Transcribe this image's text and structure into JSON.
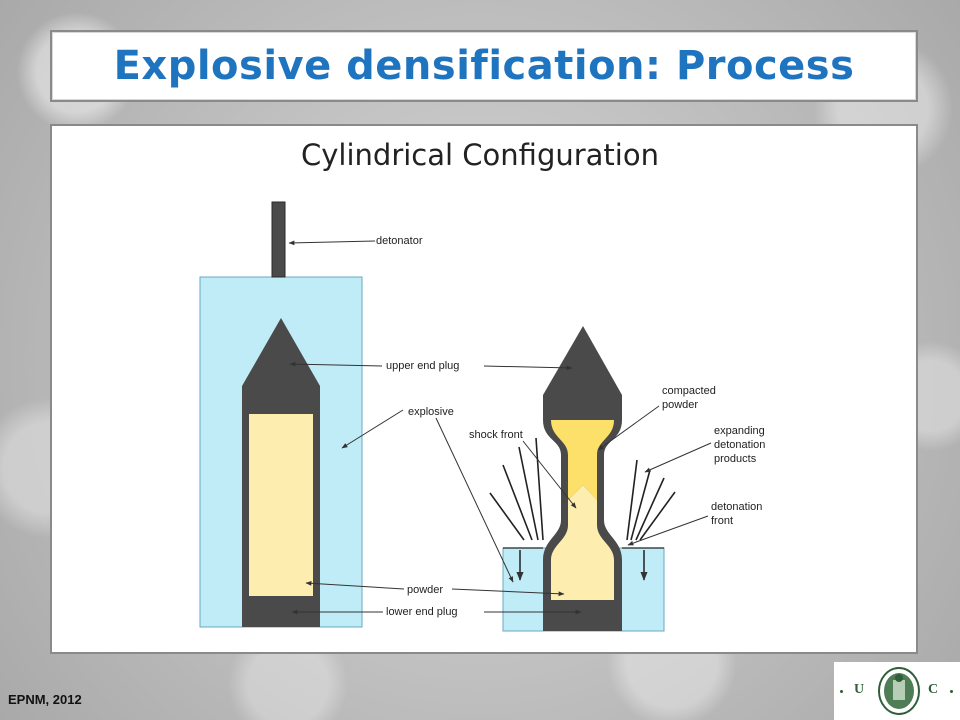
{
  "slide": {
    "title": "Explosive densification: Process",
    "subtitle": "Cylindrical Configuration",
    "footer": "EPNM, 2012"
  },
  "diagram": {
    "labels": {
      "detonator": "detonator",
      "upper_end_plug": "upper end plug",
      "explosive": "explosive",
      "powder": "powder",
      "lower_end_plug": "lower end plug",
      "shock_front": "shock front",
      "compacted_powder_1": "compacted",
      "compacted_powder_2": "powder",
      "expanding_1": "expanding",
      "expanding_2": "detonation",
      "expanding_3": "products",
      "detonation_front_1": "detonation",
      "detonation_front_2": "front"
    },
    "colors": {
      "explosive": "#c0ecf8",
      "plug": "#4a4a4a",
      "powder": "#fdeeb0",
      "compacted": "#fde06a",
      "title": "#1f74c0"
    }
  },
  "logo": {
    "letter_left": "U",
    "letter_right": "C",
    "icon": "university-seal-icon"
  }
}
